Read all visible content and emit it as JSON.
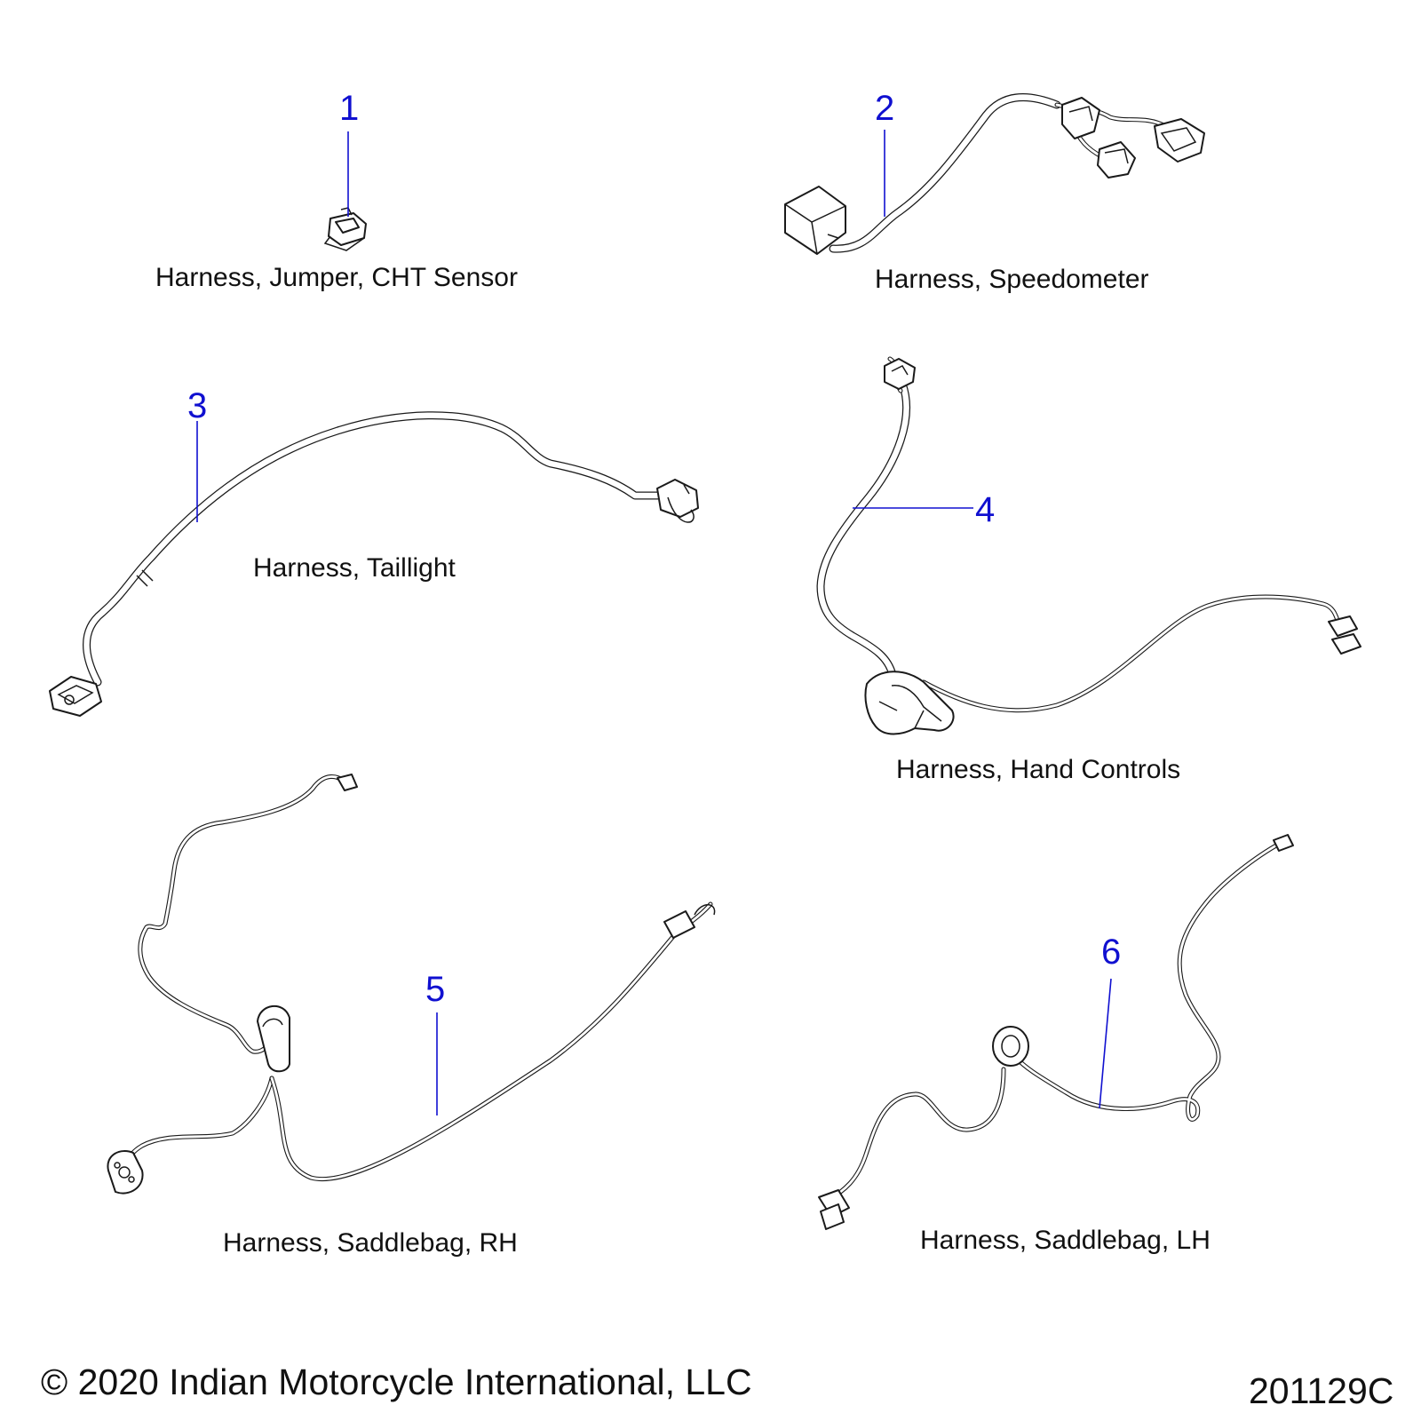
{
  "parts": [
    {
      "number": "1",
      "label": "Harness, Jumper, CHT Sensor"
    },
    {
      "number": "2",
      "label": "Harness, Speedometer"
    },
    {
      "number": "3",
      "label": "Harness, Taillight"
    },
    {
      "number": "4",
      "label": "Harness, Hand Controls"
    },
    {
      "number": "5",
      "label": "Harness, Saddlebag, RH"
    },
    {
      "number": "6",
      "label": "Harness, Saddlebag, LH"
    }
  ],
  "footer": {
    "copyright": "© 2020 Indian Motorcycle International, LLC",
    "drawing_number": "201129C"
  },
  "colors": {
    "callout": "#1010d0",
    "line_art": "#1a1a1a",
    "label_text": "#111111"
  }
}
